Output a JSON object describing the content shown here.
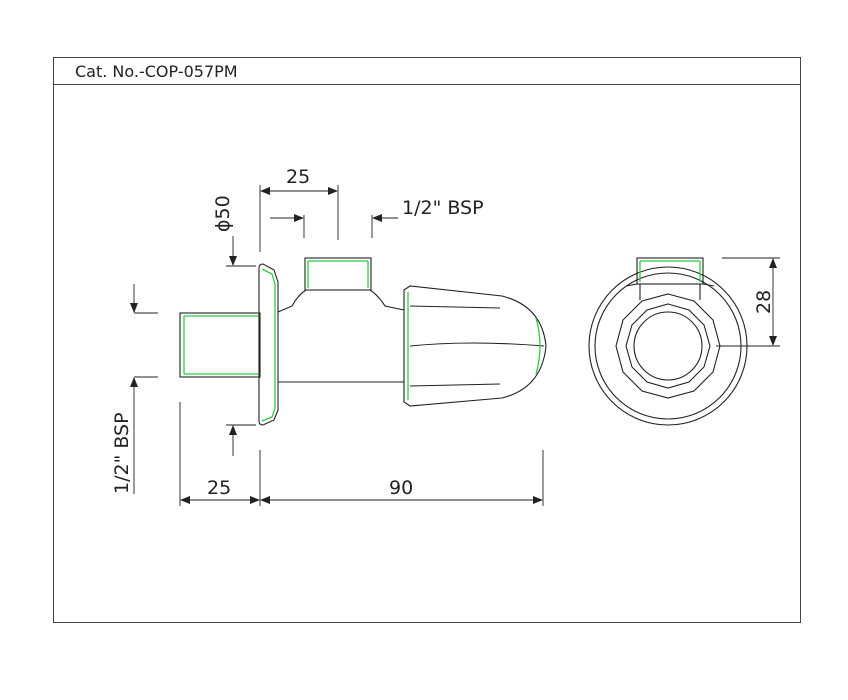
{
  "title_block": {
    "catalog_number": "Cat. No.-COP-057PM"
  },
  "dimensions": {
    "top_width": "25",
    "flange_diameter": "ϕ50",
    "top_thread": "1/2\" BSP",
    "inlet_thread": "1/2\" BSP",
    "inlet_length": "25",
    "body_length": "90",
    "side_height": "28"
  },
  "colors": {
    "outline": "#222222",
    "thread_highlight": "#2ecc40"
  }
}
